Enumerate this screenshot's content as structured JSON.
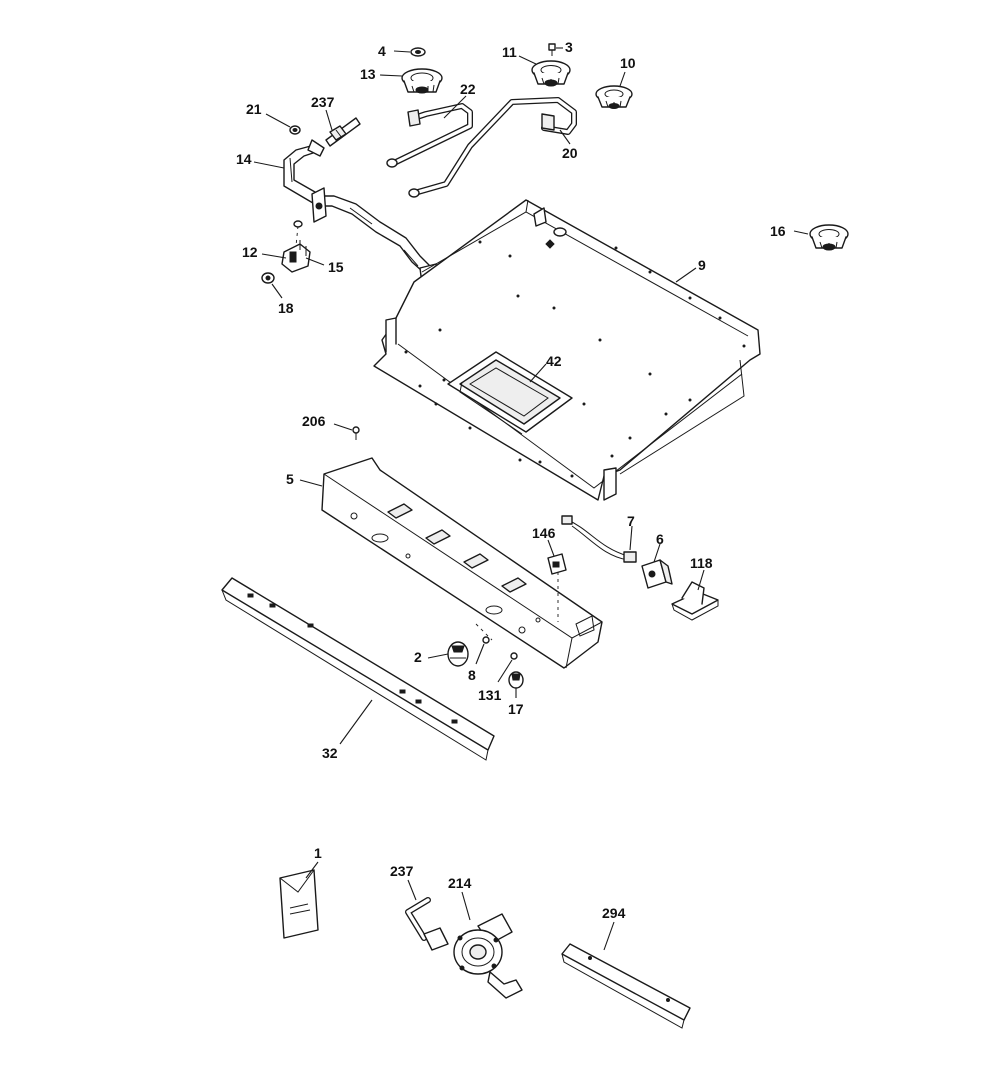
{
  "diagram": {
    "callouts": [
      {
        "id": "c4",
        "label": "4"
      },
      {
        "id": "c3",
        "label": "3"
      },
      {
        "id": "c11",
        "label": "11"
      },
      {
        "id": "c13",
        "label": "13"
      },
      {
        "id": "c10",
        "label": "10"
      },
      {
        "id": "c22",
        "label": "22"
      },
      {
        "id": "c21",
        "label": "21"
      },
      {
        "id": "c237a",
        "label": "237"
      },
      {
        "id": "c20",
        "label": "20"
      },
      {
        "id": "c14",
        "label": "14"
      },
      {
        "id": "c16",
        "label": "16"
      },
      {
        "id": "c9",
        "label": "9"
      },
      {
        "id": "c12",
        "label": "12"
      },
      {
        "id": "c15",
        "label": "15"
      },
      {
        "id": "c18",
        "label": "18"
      },
      {
        "id": "c42",
        "label": "42"
      },
      {
        "id": "c206",
        "label": "206"
      },
      {
        "id": "c5",
        "label": "5"
      },
      {
        "id": "c7",
        "label": "7"
      },
      {
        "id": "c146",
        "label": "146"
      },
      {
        "id": "c6",
        "label": "6"
      },
      {
        "id": "c118",
        "label": "118"
      },
      {
        "id": "c2",
        "label": "2"
      },
      {
        "id": "c8",
        "label": "8"
      },
      {
        "id": "c131",
        "label": "131"
      },
      {
        "id": "c17",
        "label": "17"
      },
      {
        "id": "c32",
        "label": "32"
      },
      {
        "id": "c1",
        "label": "1"
      },
      {
        "id": "c237b",
        "label": "237"
      },
      {
        "id": "c214",
        "label": "214"
      },
      {
        "id": "c294",
        "label": "294"
      }
    ]
  }
}
